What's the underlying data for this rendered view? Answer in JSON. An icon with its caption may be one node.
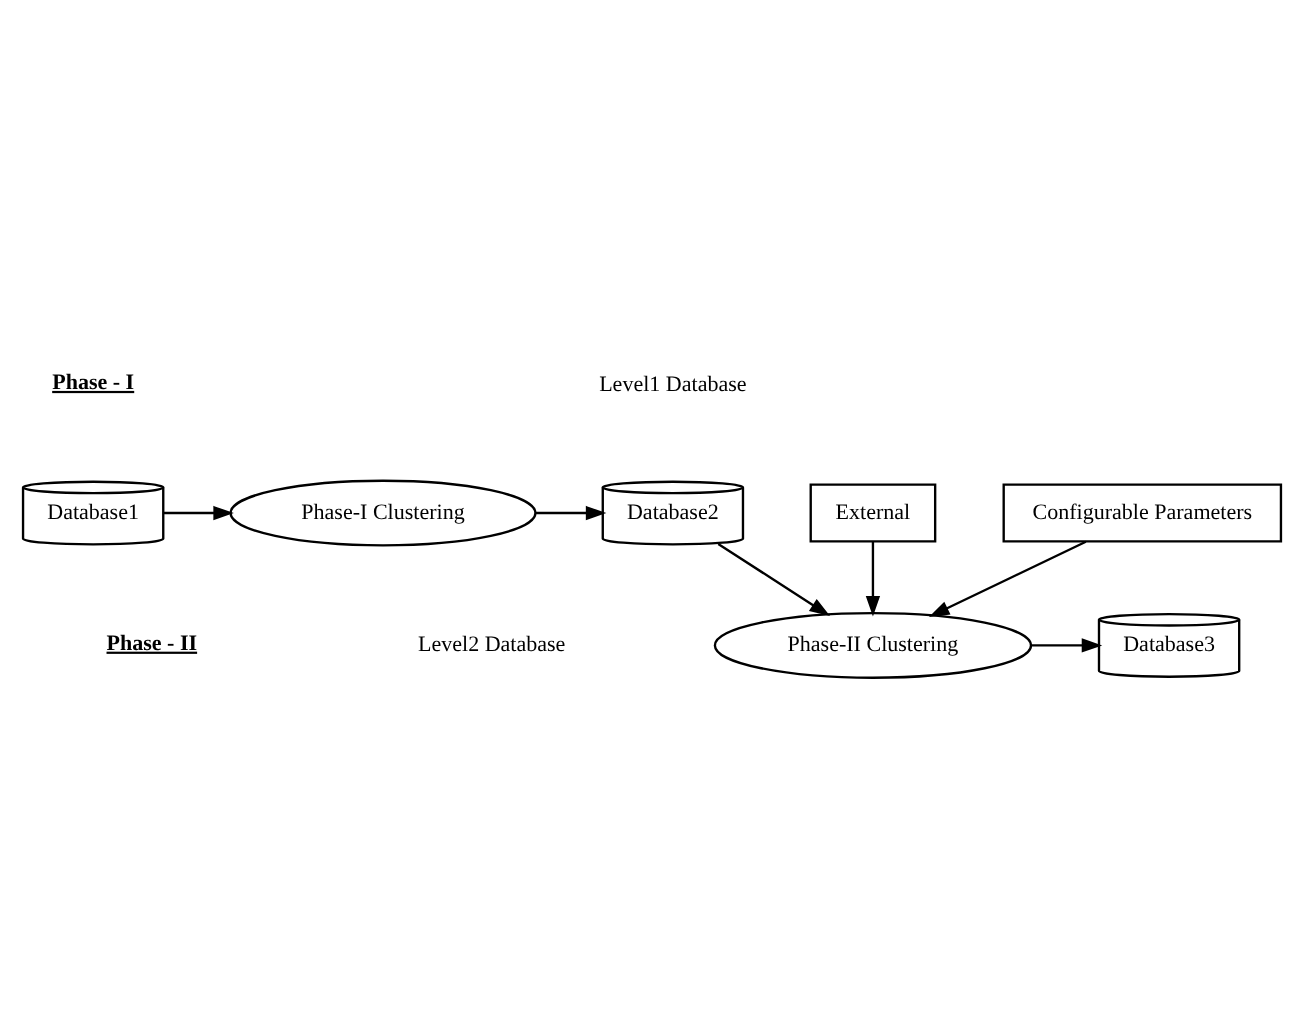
{
  "diagram": {
    "nodes": [
      {
        "text": [
          "Database1"
        ]
      },
      {
        "text": [
          "Phase-I Clustering"
        ]
      },
      {
        "text": [
          "Level1 Database"
        ]
      },
      {
        "text": [
          "Database2"
        ]
      },
      {
        "text": [
          "Level2 Database"
        ]
      },
      {
        "text": [
          "Phase-II Clustering"
        ]
      },
      {
        "text": [
          "Database3"
        ]
      },
      {
        "text": [
          "External"
        ]
      },
      {
        "text": [
          "Configurable Parameters"
        ]
      }
    ],
    "edges": [
      {
        "from": 0,
        "to": 1,
        "arrow": "to"
      },
      {
        "from": 1,
        "to": 3,
        "arrow": "to"
      },
      {
        "from": 3,
        "to": 5,
        "arrow": "to"
      },
      {
        "from": 5,
        "to": 6,
        "arrow": "to"
      },
      {
        "from": 7,
        "to": 5,
        "arrow": "to"
      },
      {
        "from": 8,
        "to": 5,
        "arrow": "to"
      }
    ],
    "labels": [
      "Phase - I",
      "Phase - II"
    ]
  }
}
